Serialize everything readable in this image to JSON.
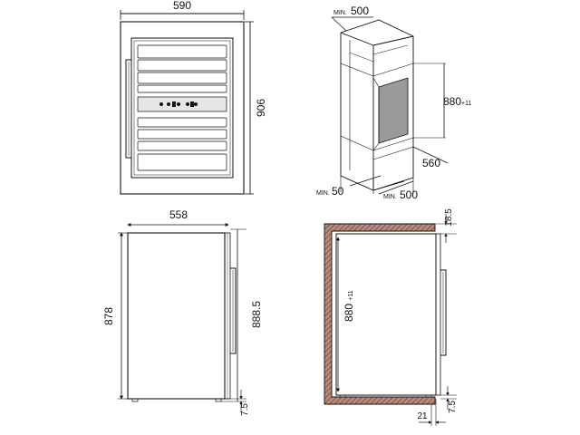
{
  "front_view": {
    "width_label": "590",
    "height_label": "906"
  },
  "installation_view": {
    "top_depth_label": "500",
    "top_depth_prefix": "MIN.",
    "niche_height_label": "880",
    "niche_height_tolerance": "+11",
    "niche_width_label": "560",
    "bottom_gap_label": "50",
    "bottom_gap_prefix": "MIN.",
    "bottom_depth_label": "500",
    "bottom_depth_prefix": "MIN."
  },
  "side_view": {
    "width_label": "558",
    "body_height_label": "878",
    "total_height_label": "888.5",
    "foot_label": "7.5"
  },
  "section_view": {
    "top_gap_label": "18.5",
    "niche_height_label": "880",
    "niche_height_tolerance": "+11",
    "foot_label": "7.5",
    "door_offset_label": "21"
  },
  "colors": {
    "line": "#111111",
    "hatch": "#7a4a3a",
    "niche_fill": "#9a9a9a"
  }
}
